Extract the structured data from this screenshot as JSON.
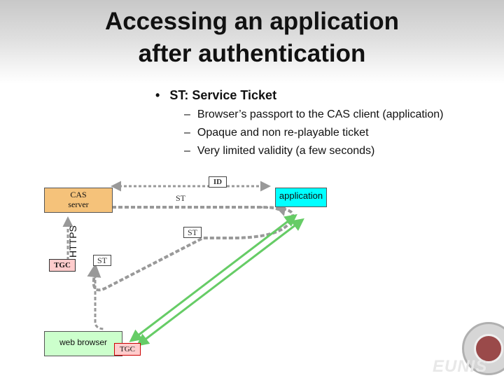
{
  "slide": {
    "title_line1": "Accessing an application",
    "title_line2": "after authentication",
    "bullet": "ST: Service Ticket",
    "sub_items": [
      "Browser’s passport to the CAS client (application)",
      "Opaque and non re-playable ticket",
      "Very limited validity (a few seconds)"
    ]
  },
  "diagram": {
    "cas_server": "CAS\nserver",
    "application": "application",
    "web_browser": "web browser",
    "id_label": "ID",
    "st_top": "ST",
    "st_mid": "ST",
    "st_left": "ST",
    "tgc_left": "TGC",
    "tgc_bottom": "TGC",
    "https": "HTTPS"
  },
  "logo": {
    "text": "EUNIS"
  },
  "colors": {
    "cas_server_fill": "#f5c27a",
    "application_fill": "#00ffff",
    "web_browser_fill": "#ccffcc",
    "tgc_fill": "#ffcccc",
    "arrow_gray": "#999999",
    "arrow_green": "#66cc66"
  }
}
